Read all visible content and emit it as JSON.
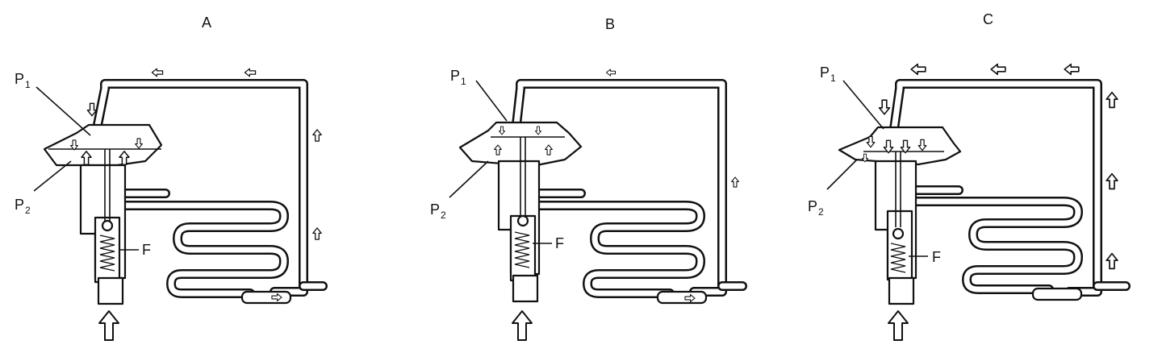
{
  "panels": [
    {
      "id": "A",
      "title": "A",
      "p1_label": "P",
      "p1_sub": "1",
      "p2_label": "P",
      "p2_sub": "2",
      "f_label": "F"
    },
    {
      "id": "B",
      "title": "B",
      "p1_label": "P",
      "p1_sub": "1",
      "p2_label": "P",
      "p2_sub": "2",
      "f_label": "F"
    },
    {
      "id": "C",
      "title": "C",
      "p1_label": "P",
      "p1_sub": "1",
      "p2_label": "P",
      "p2_sub": "2",
      "f_label": "F"
    }
  ],
  "colors": {
    "ink": "#111111",
    "paper": "#ffffff"
  },
  "icons": [
    "flow-arrow-icon",
    "pressure-arrow-icon",
    "inlet-arrow-icon"
  ]
}
